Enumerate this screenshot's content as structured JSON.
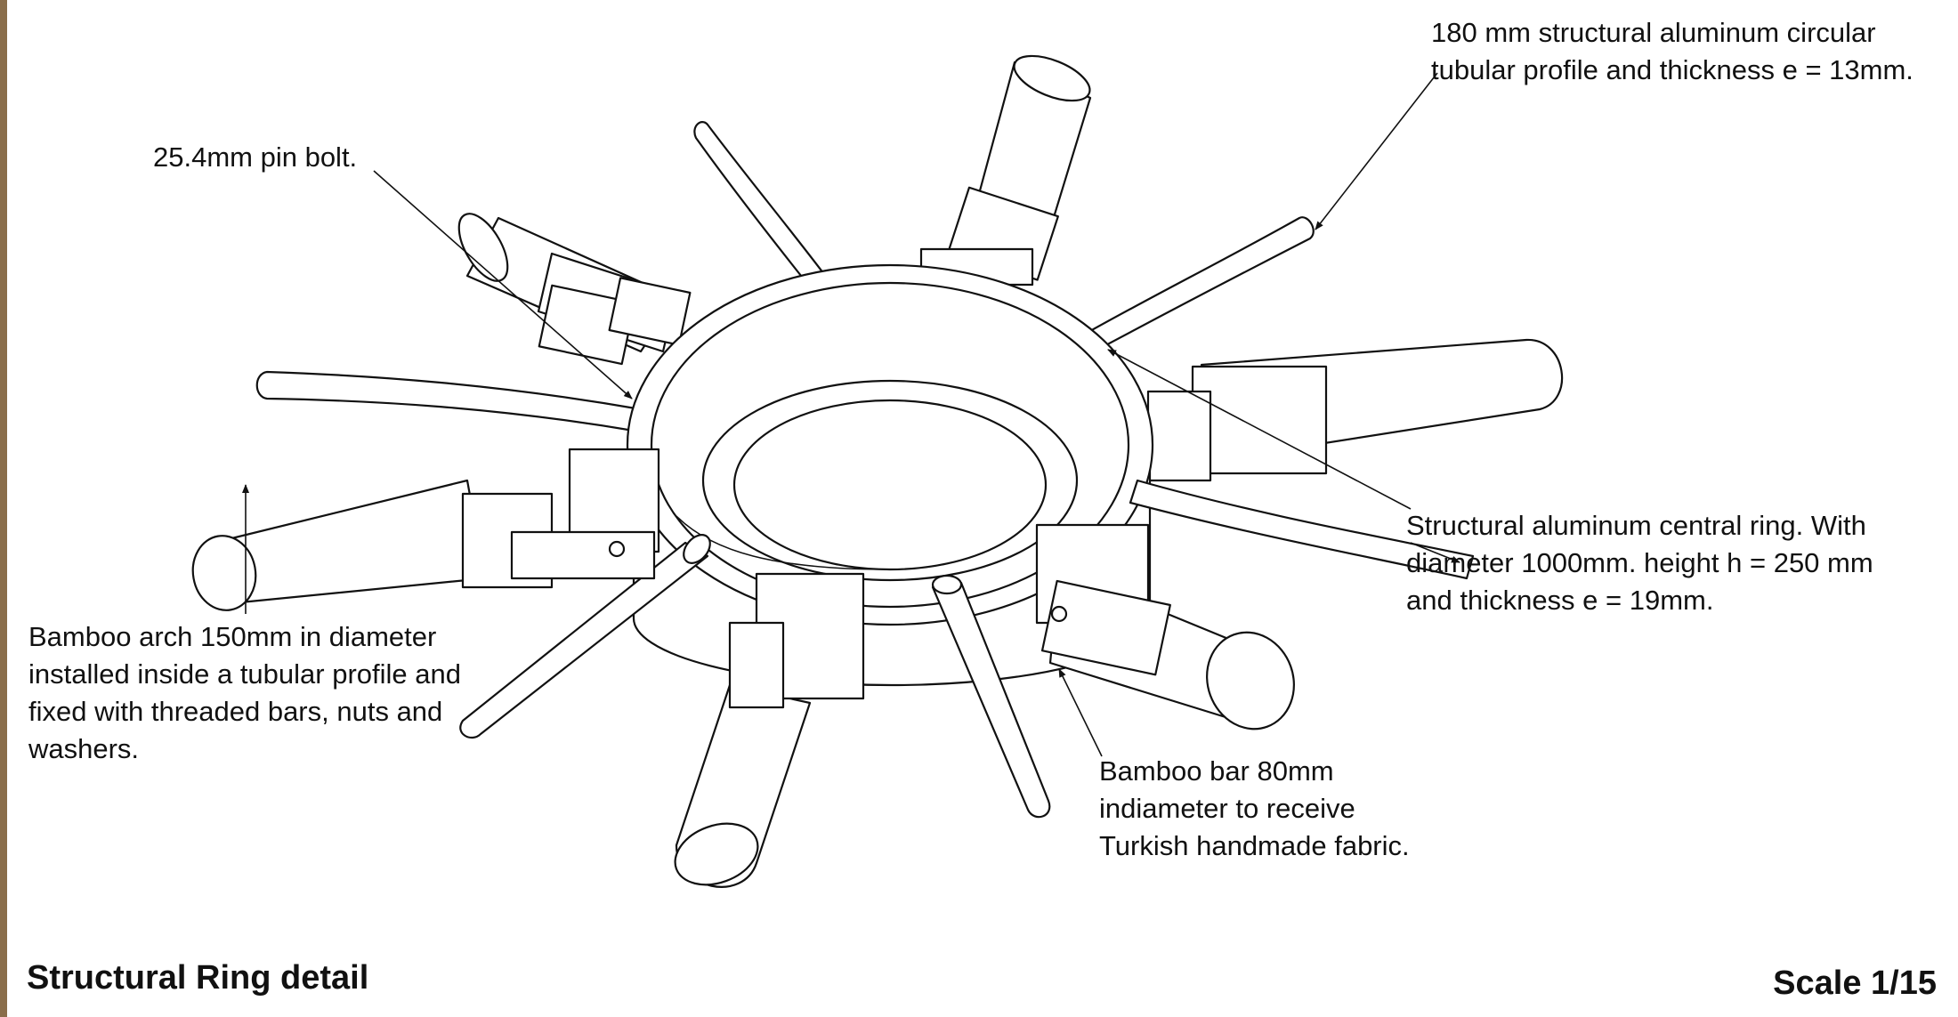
{
  "drawing": {
    "title": "Structural Ring detail",
    "scale": "Scale 1/15",
    "annotations": {
      "tubular_profile": "180 mm structural aluminum circular\ntubular profile and thickness e = 13mm.",
      "pin_bolt": "25.4mm pin bolt.",
      "central_ring": "Structural aluminum central ring. With\ndiameter 1000mm. height h = 250 mm\nand thickness e = 19mm.",
      "bamboo_arch": "Bamboo arch 150mm in diameter\ninstalled inside a tubular profile and\nfixed with threaded bars, nuts and\nwashers.",
      "bamboo_bar": "Bamboo bar 80mm\nindiameter to receive\nTurkish handmade fabric."
    }
  }
}
